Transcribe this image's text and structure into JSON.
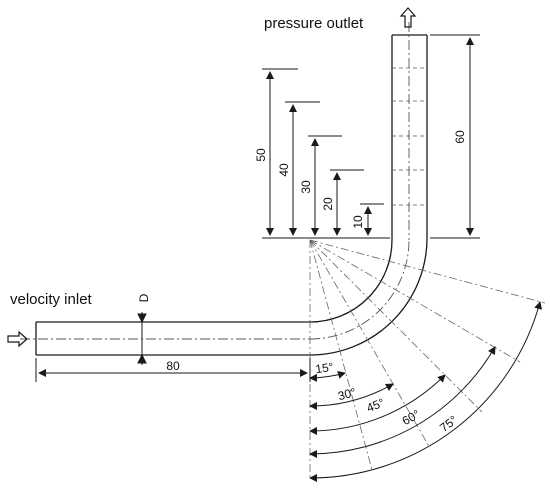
{
  "labels": {
    "pressure_outlet": "pressure outlet",
    "velocity_inlet": "velocity inlet",
    "diameter": "D"
  },
  "dimensions": {
    "inlet_length": "80",
    "outlet_length": "60",
    "heights": [
      "50",
      "40",
      "30",
      "20",
      "10"
    ],
    "angles": [
      "15°",
      "30°",
      "45°",
      "60°",
      "75°"
    ]
  },
  "colors": {
    "line": "#1a1a1a",
    "centerline": "#555555",
    "background": "#ffffff"
  },
  "icons": {
    "inlet_arrow": "arrow-right-icon",
    "outlet_arrow": "arrow-up-icon"
  }
}
